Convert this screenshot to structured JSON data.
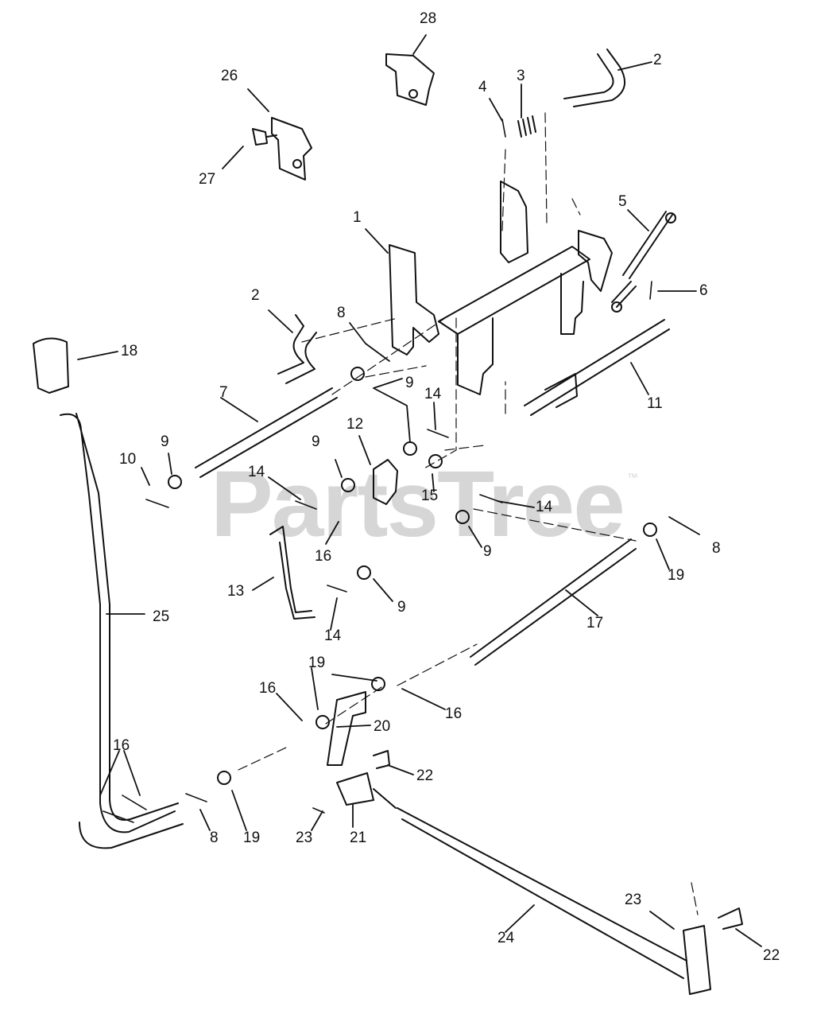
{
  "watermark": {
    "brand": "PartsTree",
    "mark": "™"
  },
  "callouts": [
    "28",
    "2",
    "26",
    "4",
    "3",
    "27",
    "5",
    "1",
    "6",
    "2",
    "8",
    "18",
    "9",
    "14",
    "7",
    "11",
    "12",
    "9",
    "10",
    "9",
    "14",
    "15",
    "14",
    "16",
    "9",
    "8",
    "19",
    "13",
    "9",
    "25",
    "14",
    "17",
    "19",
    "16",
    "16",
    "20",
    "16",
    "22",
    "23",
    "21",
    "8",
    "19",
    "23",
    "24",
    "22"
  ]
}
